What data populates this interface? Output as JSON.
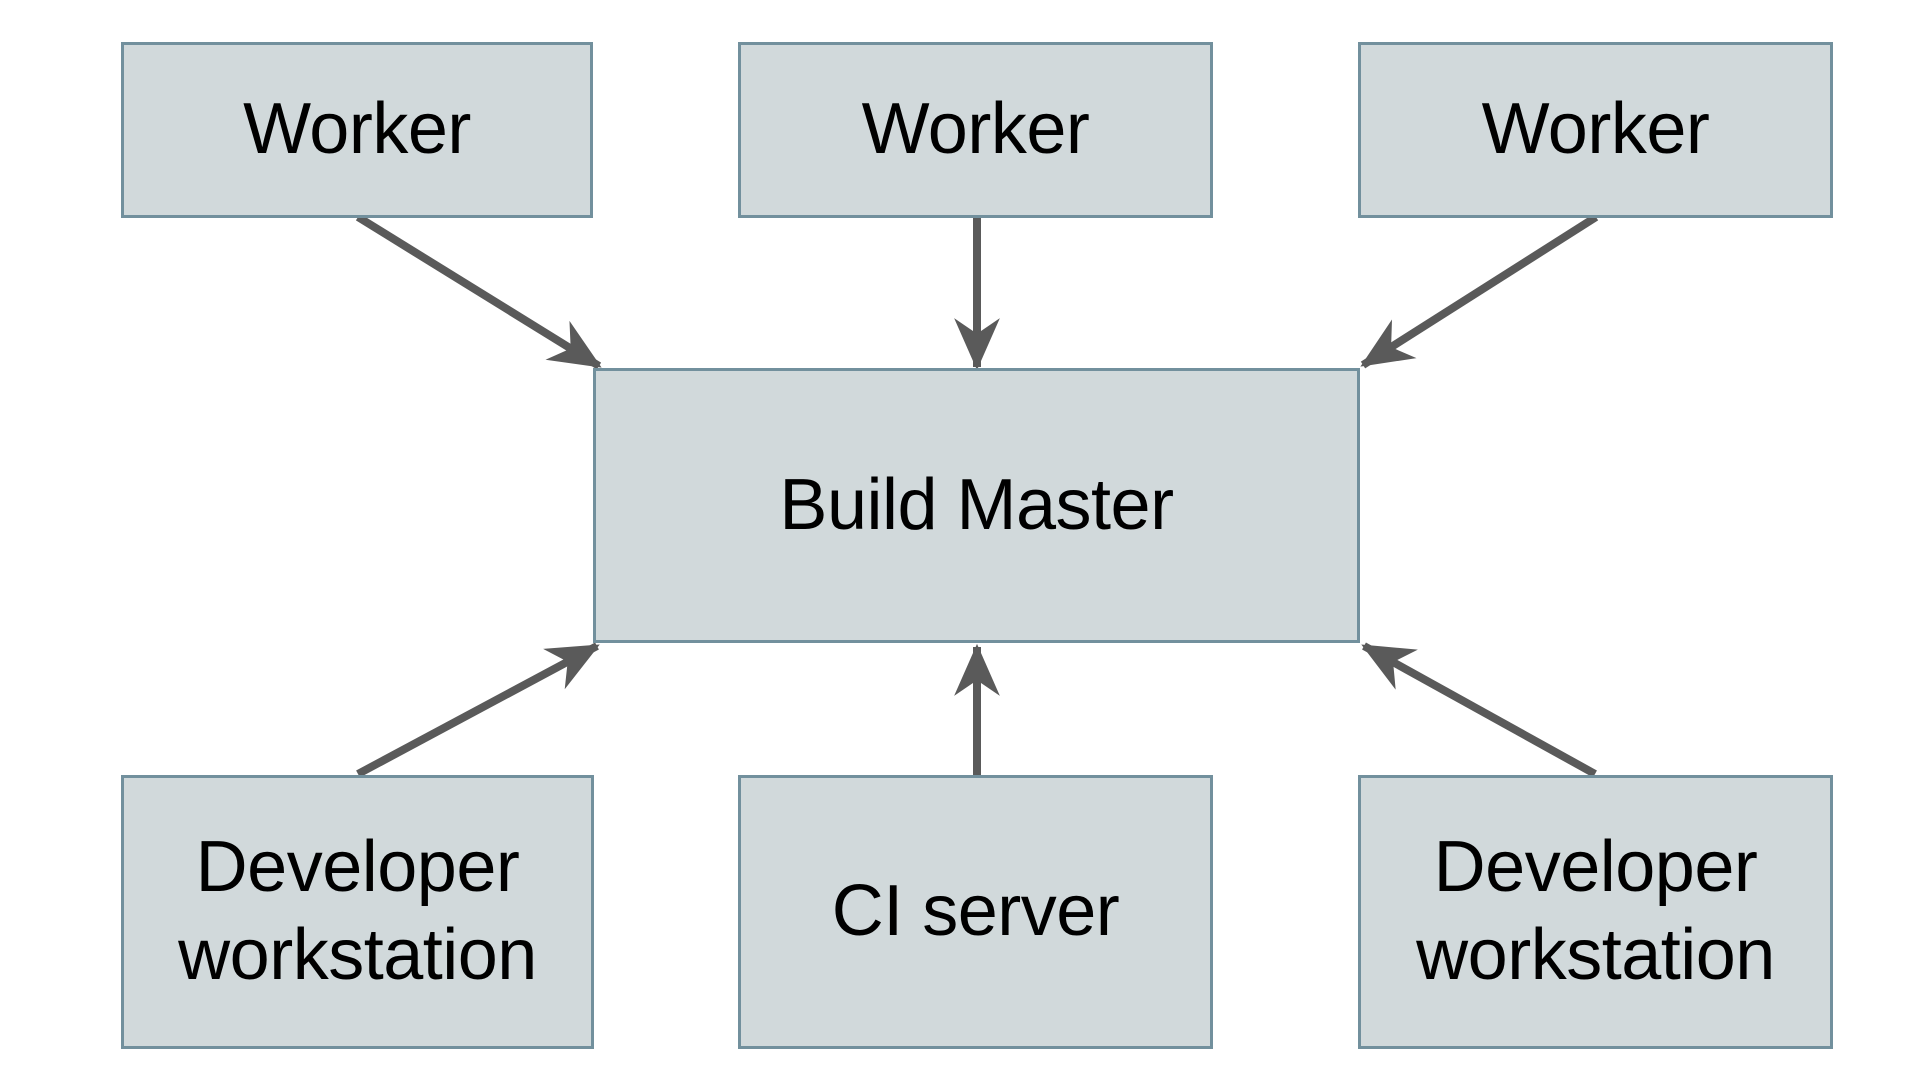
{
  "diagram": {
    "type": "architecture-diagram",
    "background": "#ffffff",
    "colors": {
      "node_fill": "#d1d9db",
      "node_border": "#72909d",
      "arrow": "#5a5a5a",
      "text": "#000000"
    },
    "nodes": {
      "worker_1": {
        "label": "Worker"
      },
      "worker_2": {
        "label": "Worker"
      },
      "worker_3": {
        "label": "Worker"
      },
      "build_master": {
        "label": "Build Master"
      },
      "developer_workstation_left": {
        "label": "Developer workstation"
      },
      "ci_server": {
        "label": "CI server"
      },
      "developer_workstation_right": {
        "label": "Developer workstation"
      }
    },
    "edges": [
      {
        "from": "worker_1",
        "to": "build_master"
      },
      {
        "from": "worker_2",
        "to": "build_master"
      },
      {
        "from": "worker_3",
        "to": "build_master"
      },
      {
        "from": "developer_workstation_left",
        "to": "build_master"
      },
      {
        "from": "ci_server",
        "to": "build_master"
      },
      {
        "from": "developer_workstation_right",
        "to": "build_master"
      }
    ]
  }
}
